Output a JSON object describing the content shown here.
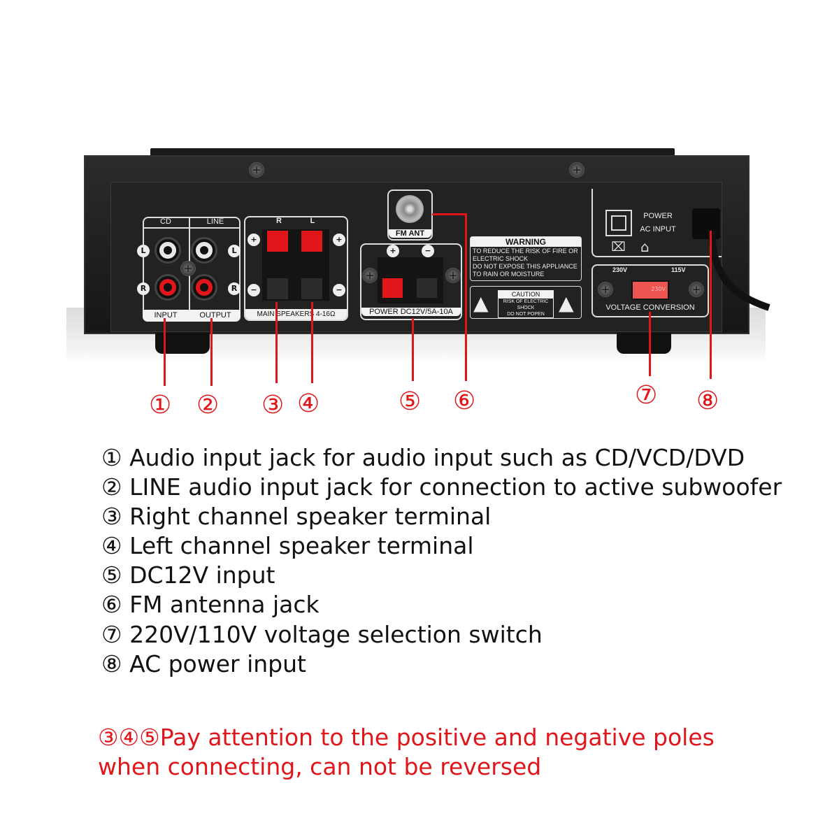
{
  "panel": {
    "cd_label": "CD",
    "line_label": "LINE",
    "input_label": "INPUT",
    "output_label": "OUTPUT",
    "ch_l": "L",
    "ch_r": "R",
    "speaker_label": "MAIN SPEAKERS 4-16Ω",
    "fm_label": "FM ANT",
    "power_dc_label": "POWER  DC12V/5A-10A",
    "warning_title": "WARNING",
    "warning_lines": [
      "TO REDUCE THE RISK OF FIRE OR",
      "ELECTRIC SHOCK",
      "DO NOT EXPOSE THIS APPLIANCE",
      "TO RAIN OR MOISTURE"
    ],
    "caution_title": "CAUTION",
    "caution_lines": [
      "RISK OF ELECTRIC SHOCK",
      "DO NOT POPEN"
    ],
    "power_label": "POWER",
    "ac_input_label": "AC INPUT",
    "v230": "230V",
    "v115": "115V",
    "switch_text": "230V",
    "voltage_label": "VOLTAGE CONVERSION"
  },
  "callouts": [
    "①",
    "②",
    "③",
    "④",
    "⑤",
    "⑥",
    "⑦",
    "⑧"
  ],
  "items": [
    "① Audio input jack for audio input such as CD/VCD/DVD",
    "② LINE audio input jack for connection to active subwoofer",
    "③ Right channel speaker terminal",
    "④ Left channel speaker terminal",
    "⑤ DC12V input",
    "⑥ FM antenna jack",
    "⑦ 220V/110V voltage selection switch",
    "⑧ AC power input"
  ],
  "note_lines": [
    "③④⑤Pay attention to the positive and negative poles",
    "when connecting, can not be reversed"
  ],
  "colors": {
    "accent_red": "#e0161b"
  }
}
